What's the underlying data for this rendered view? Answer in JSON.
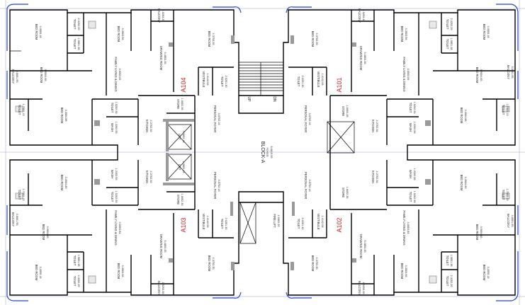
{
  "block": {
    "name": "BLOCK-A",
    "foyer_label": "FOYER",
    "foyer_dim": "8.6610.59"
  },
  "stair": {
    "up": "UP",
    "dn": "DN"
  },
  "flats": {
    "a101": "A101",
    "a102": "A102",
    "a103": "A103",
    "a104": "A104"
  },
  "rooms": {
    "tl_bed": {
      "name": "BED ROOM",
      "dim": "3.3505.18"
    },
    "tl_toilet": {
      "name": "TOILET",
      "dim": "2.3252.29"
    },
    "tl_bed2": {
      "name": "BED ROOM",
      "dim": "3.3503.96"
    },
    "tl_balcony": {
      "name": "BALCONY",
      "dim": "1.5253.35"
    },
    "tl_bed3": {
      "name": "BED ROOM",
      "dim": "4.3753.35"
    },
    "tl_toilet2": {
      "name": "TOILET",
      "dim": "1.9851.38"
    },
    "tl_drawing": {
      "name": "DRAWING ROOM",
      "dim": "5.4803.35"
    },
    "tl_bedl": {
      "name": "BED ROOM",
      "dim": "3.9004.65"
    },
    "tl_family": {
      "name": "FAMILY LIVING & DINING",
      "dim": "3.6003.84"
    },
    "tl_balc_l": {
      "name": "BALCONY",
      "dim": "3.6601.95"
    },
    "tl_vest": {
      "name": "VESTIBULE",
      "dim": "1.4142.06"
    },
    "tl_toilet3": {
      "name": "TOILET",
      "dim": "2.0201.30"
    },
    "tl_toilet4": {
      "name": "TOILET",
      "dim": "1.7502.13"
    },
    "tl_bed4": {
      "name": "BED ROOM",
      "dim": "3.3504.88"
    },
    "tl_toilet5": {
      "name": "TOILET",
      "dim": "1.5202.55"
    },
    "tl_wash": {
      "name": "WASH",
      "dim": "1.2202.55"
    },
    "tl_kitchen": {
      "name": "KITCHEN",
      "dim": "4.2702.36"
    },
    "tl_store": {
      "name": "STORE",
      "dim": "1.6602.36"
    },
    "tl_pfoyer": {
      "name": "PERSONAL FOYER",
      "dim": "3.0702.16"
    },
    "lift1": {
      "name": "LIFT",
      "dim": "2.3802.13"
    },
    "lift2": {
      "name": "LIFT",
      "dim": "2.3802.13"
    },
    "fire_lift": {
      "name": "FIRE LIFT",
      "dim": "2.0502.29"
    },
    "bl_toilet": {
      "name": "TOILET",
      "dim": "1.7502.13"
    },
    "bl_bed": {
      "name": "BED ROOM",
      "dim": "3.3504.89"
    },
    "bl_wash": {
      "name": "WASH",
      "dim": "1.2202.55"
    },
    "bl_toilet2": {
      "name": "TOILET",
      "dim": "1.5202.55"
    },
    "bl_kitchen": {
      "name": "KITCHEN",
      "dim": "4.2702.36"
    },
    "bl_store": {
      "name": "STORE",
      "dim": "1.6602.36"
    },
    "bl_pfoyer": {
      "name": "PERSONAL FOYER",
      "dim": "3.0702.16"
    },
    "bl_balc_l": {
      "name": "BALCONY",
      "dim": "3.6601.95"
    },
    "bl_bedl": {
      "name": "BED ROOM",
      "dim": "3.9004.65"
    },
    "bl_family": {
      "name": "FAMILY LIVING & DINING",
      "dim": "3.6003.84"
    },
    "bl_vest": {
      "name": "VESTIBULE",
      "dim": "1.4142.06"
    },
    "bl_toilet3": {
      "name": "TOILET",
      "dim": "2.0201.30"
    },
    "bl_drawing": {
      "name": "DRAWING ROOM",
      "dim": "5.4803.35"
    },
    "bl_toilet4": {
      "name": "TOILET",
      "dim": "1.9851.38"
    },
    "bl_bed2": {
      "name": "BED ROOM",
      "dim": "3.3505.18"
    },
    "bl_toilet5": {
      "name": "TOILET",
      "dim": "2.3252.29"
    },
    "bl_bed3": {
      "name": "BED ROOM",
      "dim": "3.3503.96"
    },
    "bl_balcony": {
      "name": "BALCONY",
      "dim": "1.5253.35"
    },
    "bl_bed4": {
      "name": "BED ROOM",
      "dim": "4.3753.35"
    },
    "tr_vest": {
      "name": "VESTIBULE",
      "dim": "1.4142.06"
    },
    "tr_toilet": {
      "name": "TOILET",
      "dim": "2.0201.30"
    },
    "tr_bed": {
      "name": "BED ROOM",
      "dim": "4.3753.35"
    },
    "tr_balcony": {
      "name": "BALCONY",
      "dim": "1.5253.35"
    },
    "tr_drawing": {
      "name": "DRAWING ROOM",
      "dim": "5.4803.35"
    },
    "tr_bed2": {
      "name": "BED ROOM",
      "dim": "3.3503.96"
    },
    "tr_toilet2": {
      "name": "TOILET",
      "dim": "1.9851.38"
    },
    "tr_toilet3": {
      "name": "TOILET",
      "dim": "2.3252.29"
    },
    "tr_bed3": {
      "name": "BED ROOM",
      "dim": "3.3505.18"
    },
    "tr_family": {
      "name": "FAMILY LIVING & DINING",
      "dim": "3.6003.84"
    },
    "tr_bedr": {
      "name": "BED ROOM",
      "dim": "3.9004.65"
    },
    "tr_balc_r": {
      "name": "BALCONY",
      "dim": "3.6601.95"
    },
    "tr_pfoyer": {
      "name": "PERSONAL FOYER",
      "dim": "3.0702.16"
    },
    "tr_store": {
      "name": "STORE",
      "dim": "1.6602.36"
    },
    "tr_kitchen": {
      "name": "KITCHEN",
      "dim": "4.2702.36"
    },
    "tr_toilet4": {
      "name": "TOILET",
      "dim": "1.5202.55"
    },
    "tr_wash": {
      "name": "WASH",
      "dim": "1.2202.55"
    },
    "tr_bed4": {
      "name": "BED ROOM",
      "dim": "3.3504.88"
    },
    "tr_toilet5": {
      "name": "TOILET",
      "dim": "1.7502.13"
    },
    "br_pfoyer": {
      "name": "PERSONAL FOYER",
      "dim": "3.0702.16"
    },
    "br_store": {
      "name": "STORE",
      "dim": "1.6602.36"
    },
    "br_kitchen": {
      "name": "KITCHEN",
      "dim": "4.2702.36"
    },
    "br_wash": {
      "name": "WASH",
      "dim": "1.2202.55"
    },
    "br_toilet": {
      "name": "TOILET",
      "dim": "1.5202.55"
    },
    "br_bed": {
      "name": "BED ROOM",
      "dim": "3.3504.89"
    },
    "br_toilet2": {
      "name": "TOILET",
      "dim": "1.7502.13"
    },
    "br_vest": {
      "name": "VESTIBULE",
      "dim": "1.4142.06"
    },
    "br_toilet3": {
      "name": "TOILET",
      "dim": "2.0201.30"
    },
    "br_drawing": {
      "name": "DRAWING ROOM",
      "dim": "5.4803.35"
    },
    "br_family": {
      "name": "FAMILY LIVING & DINING",
      "dim": "3.6003.84"
    },
    "br_bedr": {
      "name": "BED ROOM",
      "dim": "3.9004.65"
    },
    "br_balc_r": {
      "name": "BALCONY",
      "dim": "3.6601.95"
    },
    "br_bed2": {
      "name": "BED ROOM",
      "dim": "4.3753.35"
    },
    "br_balcony": {
      "name": "BALCONY",
      "dim": "1.5253.35"
    },
    "br_bed3": {
      "name": "BED ROOM",
      "dim": "3.3503.96"
    },
    "br_toilet4": {
      "name": "TOILET",
      "dim": "1.9851.38"
    },
    "br_toilet5": {
      "name": "TOILET",
      "dim": "2.3252.29"
    },
    "br_bed4": {
      "name": "BED ROOM",
      "dim": "3.3505.18"
    }
  }
}
